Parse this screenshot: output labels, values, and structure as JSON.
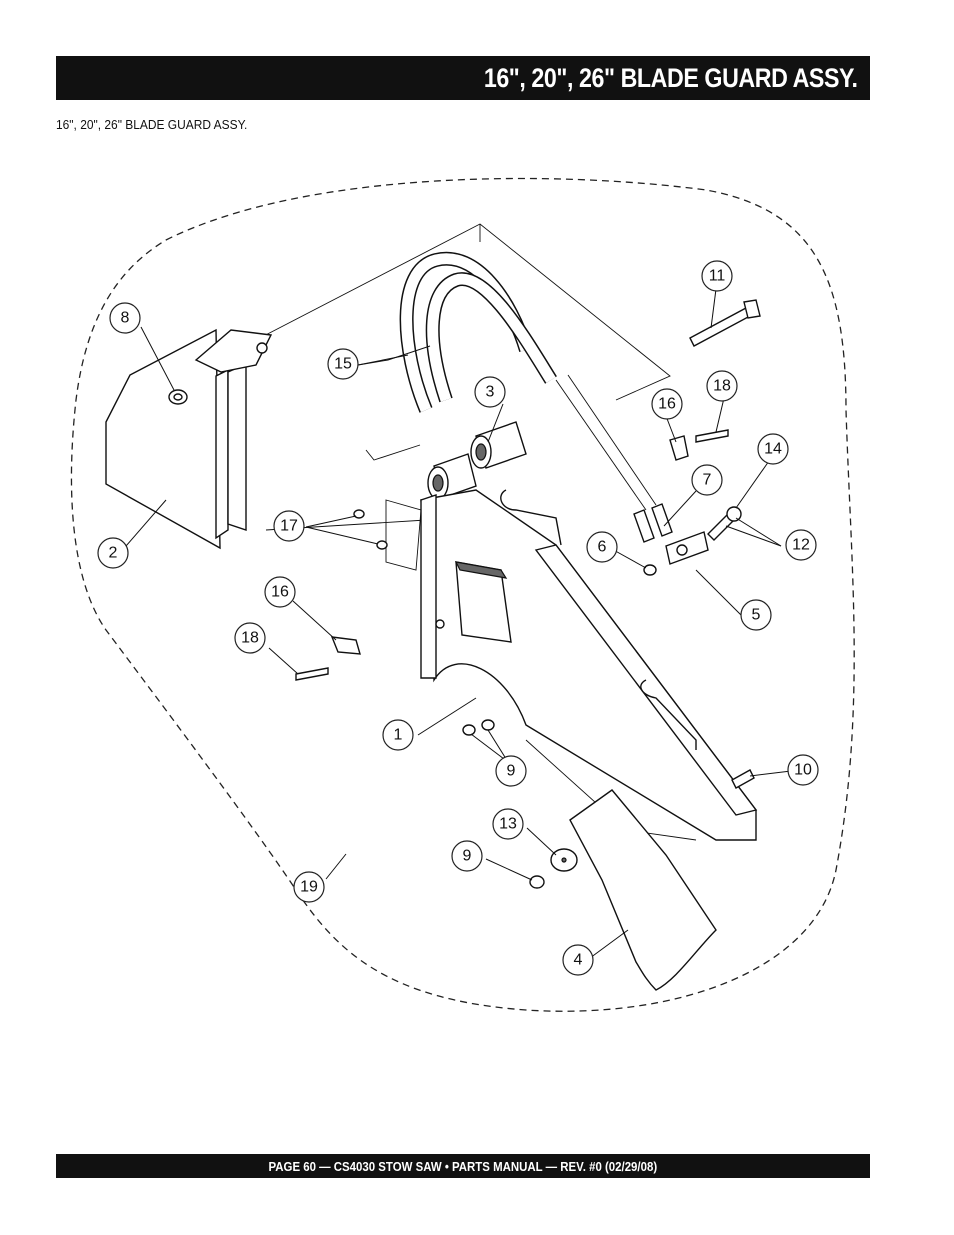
{
  "header": {
    "title": "16\", 20\", 26\" BLADE GUARD ASSY."
  },
  "section": {
    "subtitle": "16\", 20\", 26\" BLADE GUARD ASSY."
  },
  "callouts": [
    {
      "label": "1"
    },
    {
      "label": "2"
    },
    {
      "label": "3"
    },
    {
      "label": "4"
    },
    {
      "label": "5"
    },
    {
      "label": "6"
    },
    {
      "label": "7"
    },
    {
      "label": "8"
    },
    {
      "label": "9"
    },
    {
      "label": "9"
    },
    {
      "label": "10"
    },
    {
      "label": "11"
    },
    {
      "label": "12"
    },
    {
      "label": "13"
    },
    {
      "label": "14"
    },
    {
      "label": "15"
    },
    {
      "label": "16"
    },
    {
      "label": "16"
    },
    {
      "label": "17"
    },
    {
      "label": "18"
    },
    {
      "label": "18"
    },
    {
      "label": "19"
    }
  ],
  "footer": {
    "text": "PAGE 60 — CS4030 STOW SAW • PARTS MANUAL — REV. #0 (02/29/08)"
  }
}
